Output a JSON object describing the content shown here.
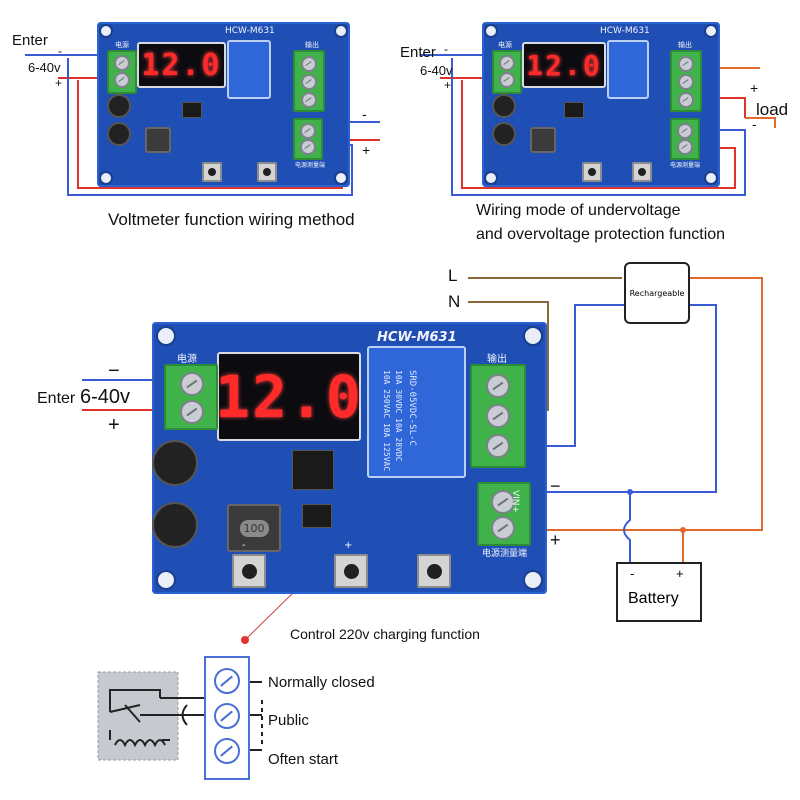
{
  "labels": {
    "voltmeter_caption": "Voltmeter function wiring method",
    "protection_caption_line1": "Wiring mode of undervoltage",
    "protection_caption_line2": "and overvoltage protection function",
    "charging_caption": "Control 220v charging function"
  },
  "board": {
    "model": "HCW-M631",
    "display_value": "12.0",
    "relay_text_lines": [
      "10A 250VAC 10A 125VAC",
      "10A 30VDC 10A 28VDC",
      "SRD-05VDC-SL-C"
    ],
    "inductor_value": "100",
    "silk_power": "电源",
    "silk_output": "输出",
    "silk_measure": "电源测量端",
    "silk_vin": "VIN+",
    "silk_plus": "+",
    "silk_minus": "-"
  },
  "top_left": {
    "enter": "Enter",
    "minus": "-",
    "range": "6-40v",
    "plus": "+",
    "out_minus": "-",
    "out_plus": "+"
  },
  "top_right": {
    "enter": "Enter",
    "minus": "-",
    "range": "6-40v",
    "plus": "+",
    "load_plus": "+",
    "load_minus": "-",
    "load": "load"
  },
  "main": {
    "enter": "Enter",
    "range": "6-40v",
    "minus": "−",
    "plus": "+",
    "L": "L",
    "N": "N",
    "charger": "Rechargeable",
    "battery": "Battery",
    "battery_minus": "-",
    "battery_plus": "+",
    "vin_minus": "−",
    "vin_plus": "+"
  },
  "relay_detail": {
    "nc": "Normally closed",
    "common": "Public",
    "no": "Often start"
  },
  "colors": {
    "board": "#1f4fb5",
    "wire_blue": "#3a5bd6",
    "wire_red": "#e0342a",
    "wire_orange": "#e36a2e",
    "wire_brown": "#8a6a3c",
    "display_red": "#ff2a2a",
    "terminal_green": "#3fb24a"
  }
}
